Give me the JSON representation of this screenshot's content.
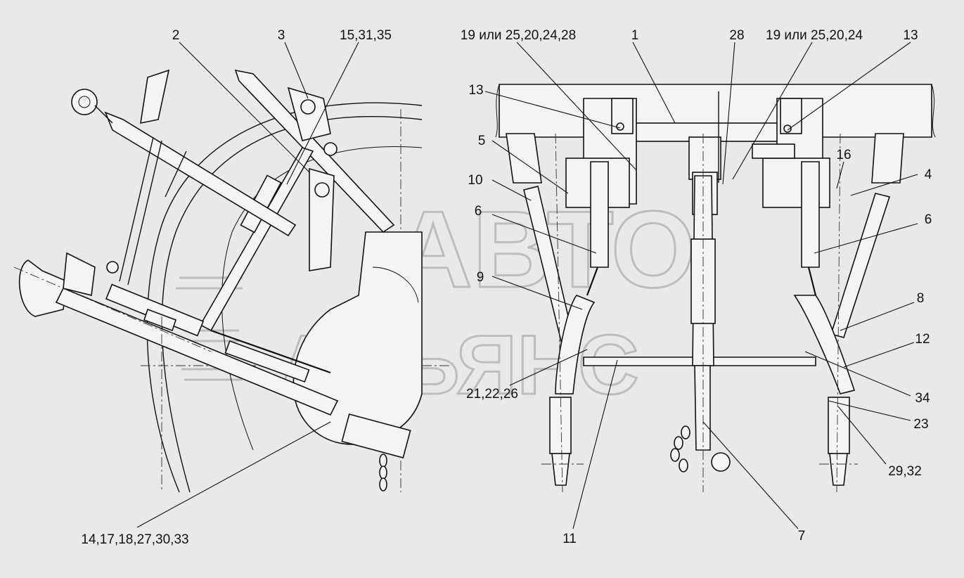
{
  "watermark": {
    "line1": "АВТО",
    "line2": "АЛЬЯНС",
    "color": "#9a9a9a"
  },
  "background": "#e9e9e9",
  "left_view": {
    "labels": {
      "l2": "2",
      "l3": "3",
      "l15": "15,31,35",
      "l14": "14,17,18,27,30,33"
    }
  },
  "right_view": {
    "labels": {
      "l19a": "19 или 25,20,24,28",
      "l1": "1",
      "l28": "28",
      "l19b": "19 или 25,20,24",
      "l13r": "13",
      "l13l": "13",
      "l5": "5",
      "l16": "16",
      "l4": "4",
      "l10": "10",
      "l6l": "6",
      "l6r": "6",
      "l9": "9",
      "l8": "8",
      "l12": "12",
      "l21": "21,22,26",
      "l34": "34",
      "l23": "23",
      "l29": "29,32",
      "l11": "11",
      "l7": "7"
    }
  }
}
